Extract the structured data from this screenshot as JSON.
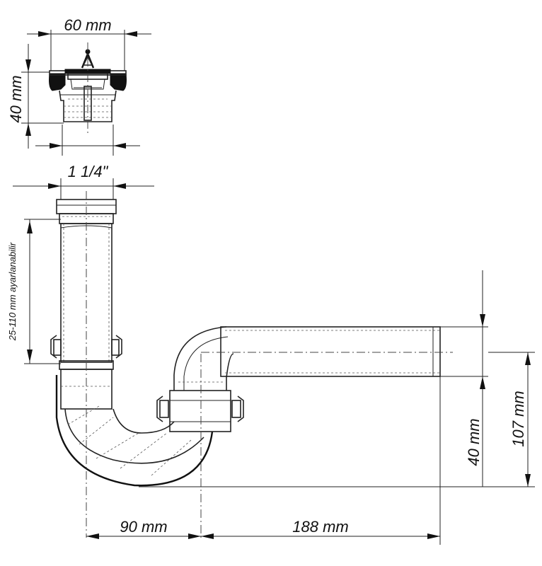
{
  "dimensions": {
    "strainer_width": "60 mm",
    "strainer_height": "40 mm",
    "inlet_size": "1 1/4\"",
    "adjustable_range": "25-110 mm ayarlanabilir",
    "outlet_height": "40 mm",
    "total_height": "107 mm",
    "trap_offset": "90 mm",
    "outlet_length": "188 mm"
  }
}
